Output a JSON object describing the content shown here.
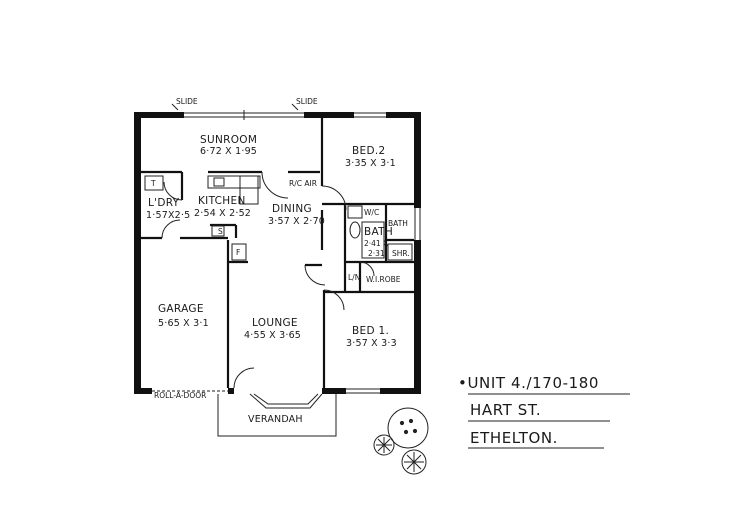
{
  "rooms": {
    "sunroom": {
      "name": "SUNROOM",
      "dims": "6·72 X 1·95"
    },
    "bed2": {
      "name": "BED.2",
      "dims": "3·35 X 3·1"
    },
    "laundry": {
      "name": "L'DRY",
      "dims": "1·57X2·5"
    },
    "kitchen": {
      "name": "KITCHEN",
      "dims": "2·54 X 2·52"
    },
    "dining": {
      "name": "DINING",
      "dims": "3·57 X 2·70"
    },
    "bath": {
      "name": "BATH",
      "dims_a": "2·41 X",
      "dims_b": "2·31"
    },
    "garage": {
      "name": "GARAGE",
      "dims": "5·65 X 3·1"
    },
    "lounge": {
      "name": "LOUNGE",
      "dims": "4·55 X 3·65"
    },
    "bed1": {
      "name": "BED 1.",
      "dims": "3·57 X 3·3"
    },
    "verandah": {
      "name": "VERANDAH"
    }
  },
  "fixtures": {
    "slide_left": "SLIDE",
    "slide_right": "SLIDE",
    "trough": "T",
    "ric_air": "R/C AIR",
    "wc": "W/C",
    "bath_tub": "BATH",
    "shower": "SHR.",
    "linen": "L/N",
    "wir": "W.I.ROBE",
    "fridge": "F",
    "stove": "S",
    "roll_a_door": "ROLL-A-DOOR"
  },
  "address": {
    "line1": "•UNIT 4./170-180",
    "line2": "HART ST.",
    "line3": "ETHELTON."
  }
}
